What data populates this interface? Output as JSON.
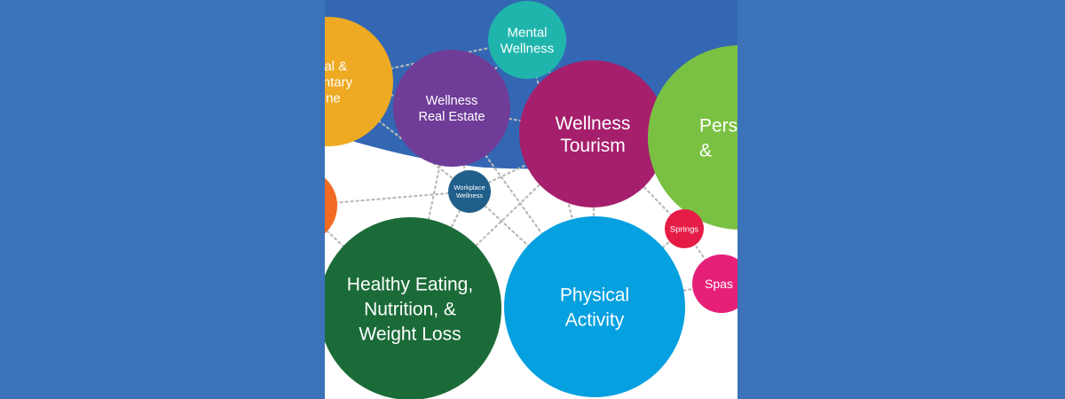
{
  "colors": {
    "page_background": "#3b72ba",
    "panel_background": "#ffffff",
    "arc_band": "#3367b3",
    "connector": "#b9b9b9"
  },
  "bubbles": [
    {
      "id": "traditional-complementary-medicine",
      "lines": [
        "onal &",
        "mentary",
        "cine"
      ],
      "color": "#eeaa22"
    },
    {
      "id": "mental-wellness",
      "lines": [
        "Mental",
        "Wellness"
      ],
      "color": "#1fb5ad"
    },
    {
      "id": "wellness-real-estate",
      "lines": [
        "Wellness",
        "Real Estate"
      ],
      "color": "#6f3d98"
    },
    {
      "id": "wellness-tourism",
      "lines": [
        "Wellness",
        "Tourism"
      ],
      "color": "#a51f6c"
    },
    {
      "id": "personal-care",
      "lines": [
        "Pers",
        "&"
      ],
      "color": "#7ac143"
    },
    {
      "id": "workplace-wellness",
      "lines": [
        "Workplace",
        "Wellness"
      ],
      "color": "#215f8b"
    },
    {
      "id": "springs",
      "lines": [
        "Springs"
      ],
      "color": "#e51c46"
    },
    {
      "id": "spas",
      "lines": [
        "Spas"
      ],
      "color": "#e61f79"
    },
    {
      "id": "orange-edge",
      "lines": [],
      "color": "#f26b22"
    },
    {
      "id": "healthy-eating",
      "lines": [
        "Healthy Eating,",
        "Nutrition, &",
        "Weight Loss"
      ],
      "color": "#1b6b38"
    },
    {
      "id": "physical-activity",
      "lines": [
        "Physical",
        "Activity"
      ],
      "color": "#04a0e0"
    }
  ]
}
